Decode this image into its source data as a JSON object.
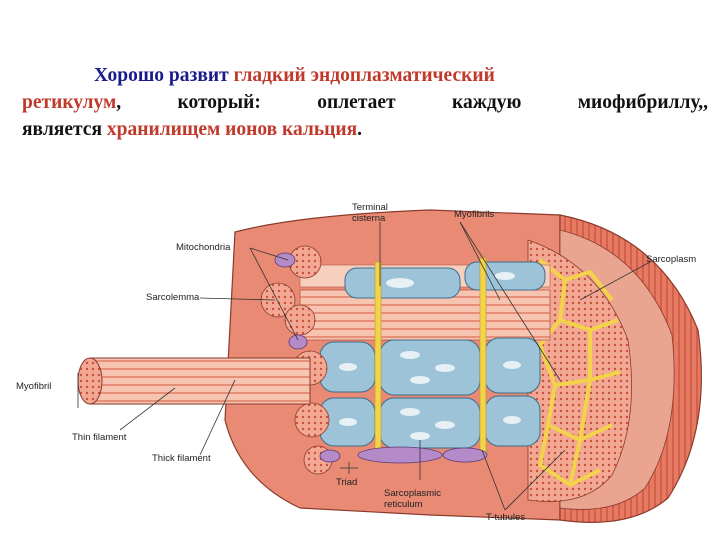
{
  "text": {
    "l1_blue": "Хорошо развит",
    "l1_red": "гладкий эндоплазматический",
    "l2_red": "ретикулум",
    "l2_comma": ",",
    "l2_w1": "который:",
    "l2_w2": "оплетает",
    "l2_w3": "каждую",
    "l2_w4": "миофибриллу,,",
    "l3_dark": "является",
    "l3_red": "хранилищем ионов кальция",
    "l3_dot": "."
  },
  "labels": {
    "terminal": "Terminal",
    "cisterna": "cisterna",
    "myofibrils": "Myofibrils",
    "mitochondria": "Mitochondria",
    "sarcoplasm": "Sarcoplasm",
    "sarcolemma": "Sarcolemma",
    "myofibril": "Myofibril",
    "thin_filament": "Thin filament",
    "thick_filament": "Thick filament",
    "triad": "Triad",
    "sarcoplasmic": "Sarcoplasmic",
    "reticulum": "reticulum",
    "t_tubules": "T-tubules"
  },
  "colors": {
    "muscle_red": "#e06b5a",
    "muscle_light": "#f2a892",
    "reticulum_blue": "#9cc3d8",
    "tubule_yellow": "#f2d34a",
    "mito_purple": "#b48bc8"
  }
}
